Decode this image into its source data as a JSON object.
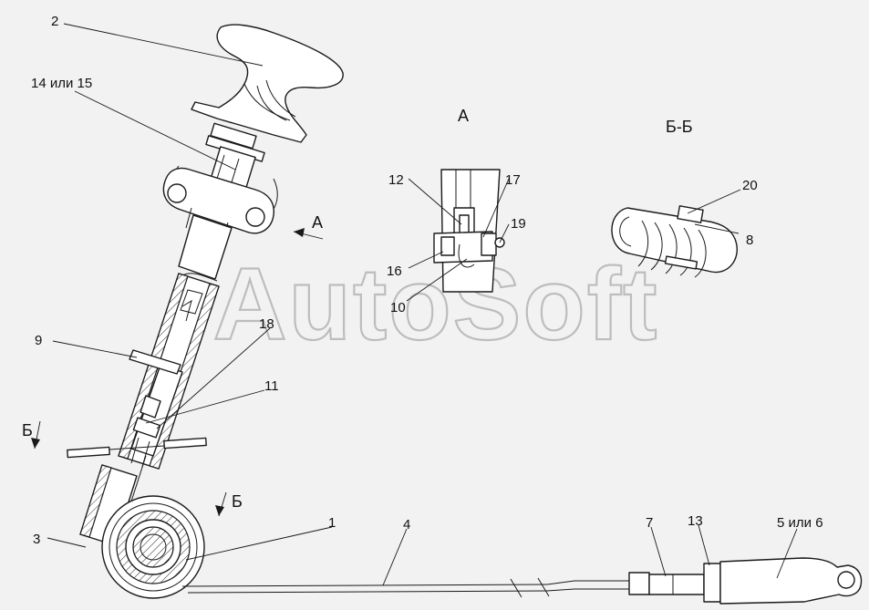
{
  "watermark": "AutoSoft",
  "views": {
    "detail_a": "А",
    "section_bb": "Б-Б"
  },
  "markers": {
    "arrow_a": "А",
    "section_b_left": "Б",
    "section_b_right": "Б"
  },
  "callouts": {
    "c1": "1",
    "c2": "2",
    "c3": "3",
    "c4": "4",
    "c5": "5 или 6",
    "c7": "7",
    "c8": "8",
    "c9": "9",
    "c10": "10",
    "c11": "11",
    "c12": "12",
    "c13": "13",
    "c14": "14 или 15",
    "c16": "16",
    "c17": "17",
    "c18": "18",
    "c19": "19",
    "c20": "20"
  },
  "colors": {
    "background": "#f2f2f2",
    "line": "#1a1a1a",
    "watermark": "#bdbdbd"
  }
}
